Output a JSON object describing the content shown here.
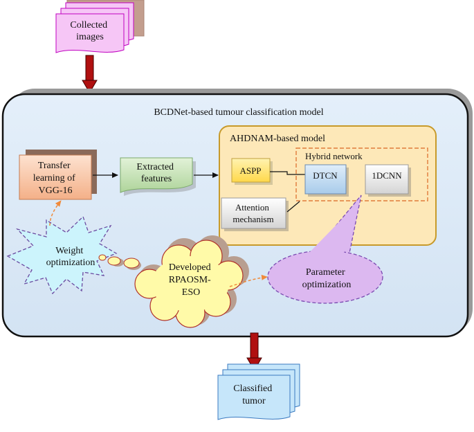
{
  "nodes": {
    "input": {
      "label": [
        "Collected",
        "images"
      ]
    },
    "title": {
      "label": "BCDNet-based tumour classification model"
    },
    "transfer": {
      "label": [
        "Transfer",
        "learning of",
        "VGG-16"
      ]
    },
    "extracted": {
      "label": [
        "Extracted",
        "features"
      ]
    },
    "ahdnam": {
      "label": "AHDNAM-based model"
    },
    "hybrid": {
      "label": "Hybrid network"
    },
    "aspp": {
      "label": "ASPP"
    },
    "dtcn": {
      "label": "DTCN"
    },
    "cnn1d": {
      "label": "1DCNN"
    },
    "attention": {
      "label": [
        "Attention",
        "mechanism"
      ]
    },
    "weight": {
      "label": [
        "Weight",
        "optimization"
      ]
    },
    "eso": {
      "label": [
        "Developed",
        "RPAOSM-",
        "ESO"
      ]
    },
    "param": {
      "label": [
        "Parameter",
        "optimization"
      ]
    },
    "output": {
      "label": [
        "Classified",
        "tumor"
      ]
    }
  },
  "colors": {
    "input_doc": "#f6c6f6",
    "input_border": "#c000c0",
    "input_shadow": "#c39e8e",
    "main_panel": "#dce8f5",
    "panel_shadow": "#9a9a9a",
    "ahdnam_fill": "#fde8b8",
    "ahdnam_border": "#c79a2a",
    "hybrid_border": "#e07a3a",
    "aspp_fill": "#ffe680",
    "dtcn_fill": "#bcd8f0",
    "gray_box": "#e6e6e6",
    "transfer_fill": "#f8c8a8",
    "transfer_shadow": "#8a6a5a",
    "extracted_fill": "#c6e3b8",
    "star_fill": "#ccf4fc",
    "star_border": "#6a4aa0",
    "cloud_fill": "#fffaa8",
    "cloud_border": "#b0322a",
    "cloud_shadow": "#b89e90",
    "param_fill": "#dcb8f0",
    "param_border": "#7a4ab0",
    "output_doc": "#c6e6fa",
    "output_border": "#3a7ac0",
    "arrow_red": "#b01010",
    "dashed_arrow": "#f08a3a"
  }
}
